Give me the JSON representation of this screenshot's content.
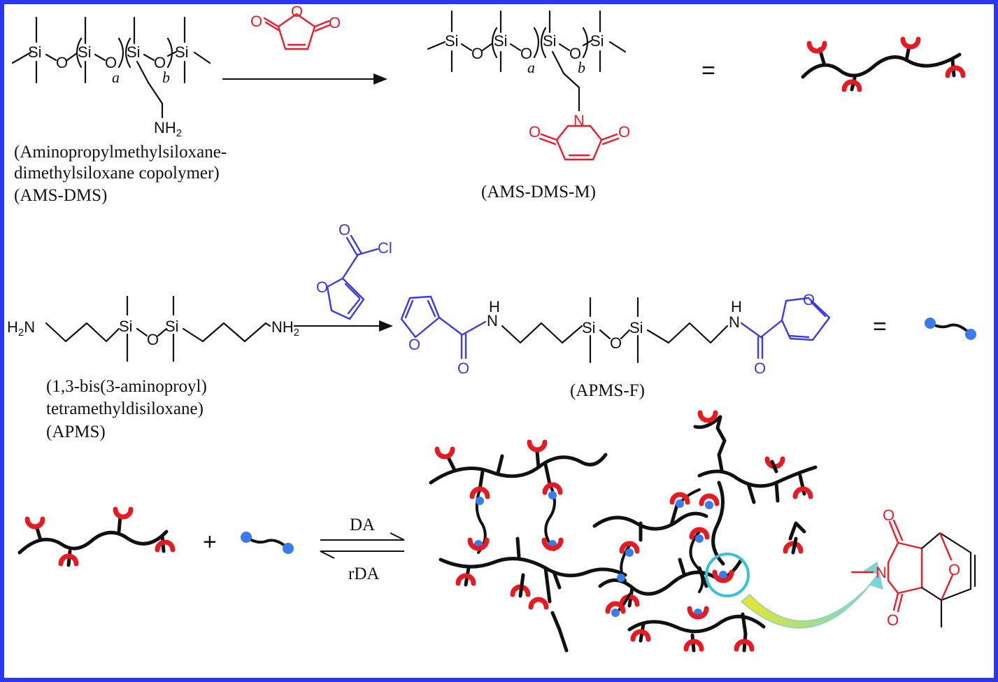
{
  "colors": {
    "frame": "#2b36f0",
    "maleimide": "#ee1c2b",
    "furan": "#3b3be6",
    "cup": "#e51b24",
    "dot": "#3a7bea",
    "lens": "#36c3d6",
    "curved_arrow": "#d9ea32"
  },
  "atoms": {
    "si": "Si",
    "o": "O",
    "n": "N",
    "h": "H",
    "cl": "Cl",
    "nh2": "NH",
    "nh2_sub": "2",
    "h2n_left": "H",
    "h2n_sub": "2",
    "h2n_n": "N",
    "sub_a": "a",
    "sub_b": "b"
  },
  "captions": {
    "ams_dms_line1": "(Aminopropylmethylsiloxane-",
    "ams_dms_line2": "dimethylsiloxane copolymer)",
    "ams_dms_line3": "(AMS-DMS)",
    "ams_dms_m": "(AMS-DMS-M)",
    "apms_line1": "(1,3-bis(3-aminoproyl)",
    "apms_line2": "tetramethyldisiloxane)",
    "apms_line3": "(APMS)",
    "apms_f": "(APMS-F)"
  },
  "symbols": {
    "equals": "=",
    "plus": "+"
  },
  "equilibrium": {
    "forward": "DA",
    "reverse": "rDA"
  }
}
